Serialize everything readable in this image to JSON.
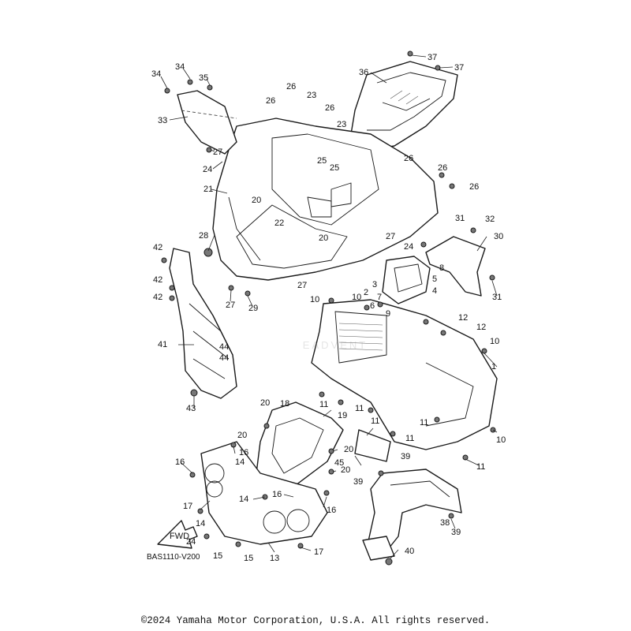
{
  "diagram": {
    "code": "BAS1110-V200",
    "direction_label": "FWD",
    "copyright": "©2024 Yamaha Motor Corporation, U.S.A. All rights reserved.",
    "watermark": "EADVENT",
    "callouts": [
      "1",
      "2",
      "3",
      "4",
      "5",
      "6",
      "7",
      "8",
      "9",
      "10",
      "11",
      "12",
      "13",
      "14",
      "15",
      "16",
      "17",
      "18",
      "19",
      "20",
      "21",
      "22",
      "23",
      "24",
      "25",
      "26",
      "27",
      "28",
      "29",
      "30",
      "31",
      "32",
      "33",
      "34",
      "35",
      "36",
      "37",
      "38",
      "39",
      "40",
      "41",
      "42",
      "43",
      "44",
      "45"
    ]
  },
  "colors": {
    "line": "#1a1a1a",
    "background": "#ffffff",
    "watermark": "#969696"
  }
}
